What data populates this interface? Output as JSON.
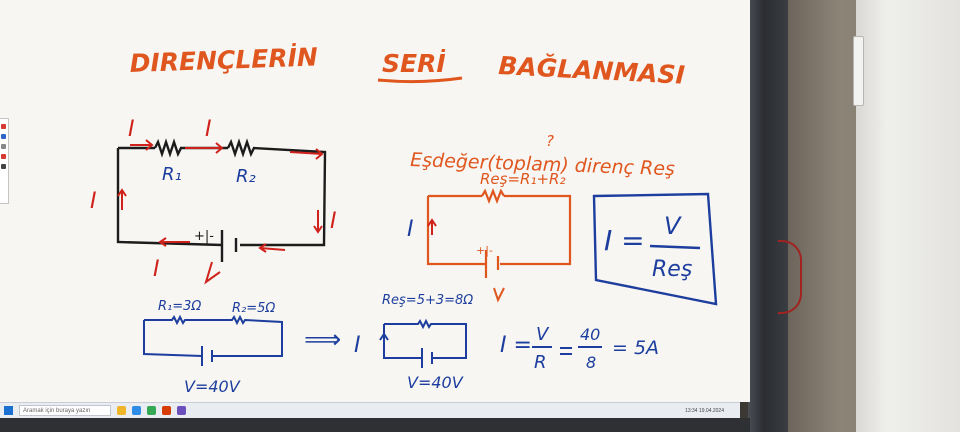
{
  "board": {
    "title": {
      "word1": "DIRENÇLERİN",
      "word2": "SERİ",
      "word3": "BAĞLANMASI"
    },
    "left_circuit": {
      "current_label": "I",
      "resistor1_label": "R₁",
      "resistor2_label": "R₂",
      "battery_sign": "+|-"
    },
    "equivalent": {
      "heading": "Eşdeğer(toplam) direnç Reş",
      "question_mark": "?",
      "formula": "Reş=R₁+R₂",
      "current_label": "I",
      "battery_sign": "+|-"
    },
    "ohm_box": {
      "lhs": "I =",
      "numerator": "V",
      "denominator": "Reş"
    },
    "example": {
      "r1": "R₁=3Ω",
      "r2": "R₂=5Ω",
      "voltage": "V=40V",
      "arrow": "⟹",
      "current_label": "I",
      "req": "Reş=5+3=8Ω",
      "req_voltage": "V=40V",
      "calc_lhs": "I =",
      "calc_num": "V",
      "calc_den": "R",
      "calc_num2": "40",
      "calc_den2": "8",
      "result": "= 5A"
    },
    "colors": {
      "black": "#1c1c1c",
      "orange": "#e0561f",
      "blue": "#1d3e9e",
      "board": "#f7f6f2"
    }
  },
  "taskbar": {
    "search_placeholder": "Aramak için buraya yazın",
    "clock": "13:34 19.04.2024"
  }
}
